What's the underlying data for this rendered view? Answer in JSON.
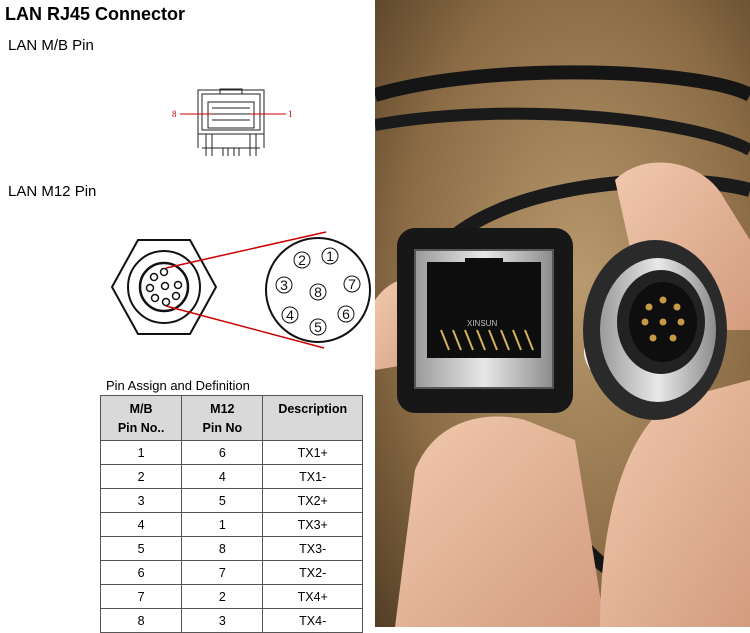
{
  "title": "LAN RJ45 Connector",
  "mb_heading": "LAN M/B Pin",
  "m12_heading": "LAN M12 Pin",
  "rj45_figure": {
    "left_pin_label": "8",
    "right_pin_label": "1"
  },
  "m12_figure": {
    "pin_labels": [
      "1",
      "2",
      "3",
      "4",
      "5",
      "6",
      "7",
      "8"
    ]
  },
  "table": {
    "caption": "Pin Assign and Definition",
    "headers": {
      "mb_line1": "M/B",
      "mb_line2": "Pin No..",
      "m12_line1": "M12",
      "m12_line2": "Pin No",
      "desc": "Description"
    },
    "rows": [
      {
        "mb": "1",
        "m12": "6",
        "desc": "TX1+"
      },
      {
        "mb": "2",
        "m12": "4",
        "desc": "TX1-"
      },
      {
        "mb": "3",
        "m12": "5",
        "desc": "TX2+"
      },
      {
        "mb": "4",
        "m12": "1",
        "desc": "TX3+"
      },
      {
        "mb": "5",
        "m12": "8",
        "desc": "TX3-"
      },
      {
        "mb": "6",
        "m12": "7",
        "desc": "TX2-"
      },
      {
        "mb": "7",
        "m12": "2",
        "desc": "TX4+"
      },
      {
        "mb": "8",
        "m12": "3",
        "desc": "TX4-"
      }
    ]
  },
  "photo": {
    "cable_imprint": "XINSUN"
  },
  "colors": {
    "accent_red": "#cc0000",
    "table_header_bg": "#d9d9d9"
  }
}
